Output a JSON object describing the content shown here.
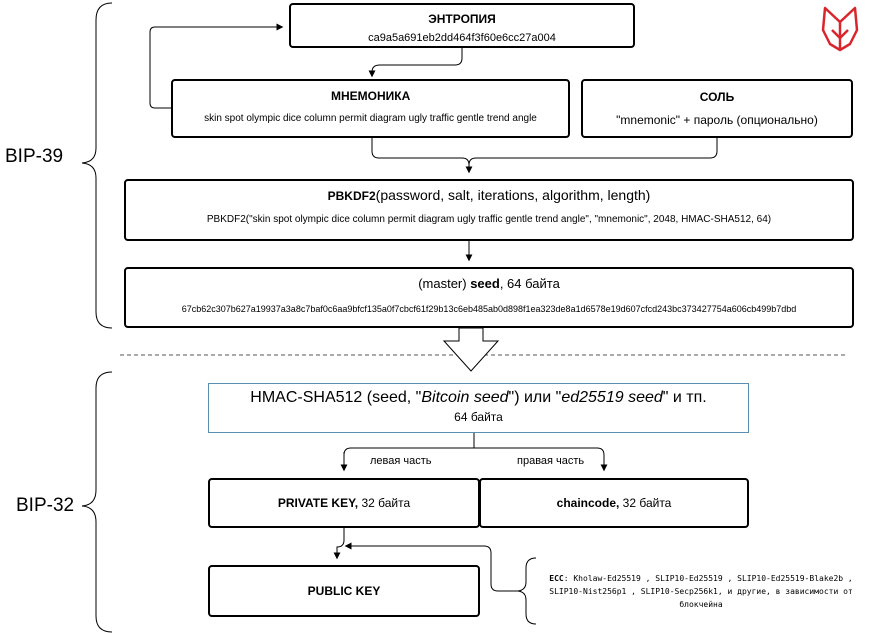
{
  "sections": {
    "bip39": "BIP-39",
    "bip32": "BIP-32"
  },
  "entropy": {
    "title": "ЭНТРОПИЯ",
    "value": "ca9a5a691eb2dd464f3f60e6cc27a004"
  },
  "mnemonic": {
    "title": "МНЕМОНИКА",
    "value": "skin spot olympic dice column permit diagram ugly traffic gentle trend angle"
  },
  "salt": {
    "title": "СОЛЬ",
    "value": "\"mnemonic\" + пароль (опционально)"
  },
  "pbkdf2": {
    "title_bold": "PBKDF2",
    "title_rest": "(password, salt, iterations, algorithm, length)",
    "call": "PBKDF2(\"skin spot olympic dice column permit diagram ugly traffic gentle trend angle\", \"mnemonic\", 2048, HMAC-SHA512, 64)"
  },
  "seed": {
    "prefix": "(master) ",
    "bold": "seed",
    "size": ",  64 байта",
    "value": "67cb62c307b627a19937a3a8c7baf0c6aa9bfcf135a0f7cbcf61f29b13c6eb485ab0d898f1ea323de8a1d6578e19d607cfcd243bc373427754a606cb499b7dbd"
  },
  "hmac": {
    "part1": "HMAC-SHA512 (seed, \"",
    "italic1": "Bitcoin seed",
    "part2": "\")    или \"",
    "italic2": "ed25519 seed",
    "part3": "\" и тп.",
    "size": "64 байта"
  },
  "edges": {
    "left": "левая часть",
    "right": "правая часть"
  },
  "private_key": {
    "bold": "PRIVATE KEY,",
    "size": " 32 байта"
  },
  "chaincode": {
    "bold": "chaincode,",
    "size": " 32 байта"
  },
  "public_key": {
    "title": "PUBLIC KEY"
  },
  "ecc_note": {
    "label": "ECC",
    "text": ": Kholaw-Ed25519 , SLIP10-Ed25519 , SLIP10-Ed25519-Blake2b , SLIP10-Nist256p1 , SLIP10-Secp256k1, и другие, в зависимости от блокчейна"
  },
  "logo": "fox-logo-icon",
  "colors": {
    "logo": "#d9262c",
    "hmac_border": "#5b8fb0"
  }
}
